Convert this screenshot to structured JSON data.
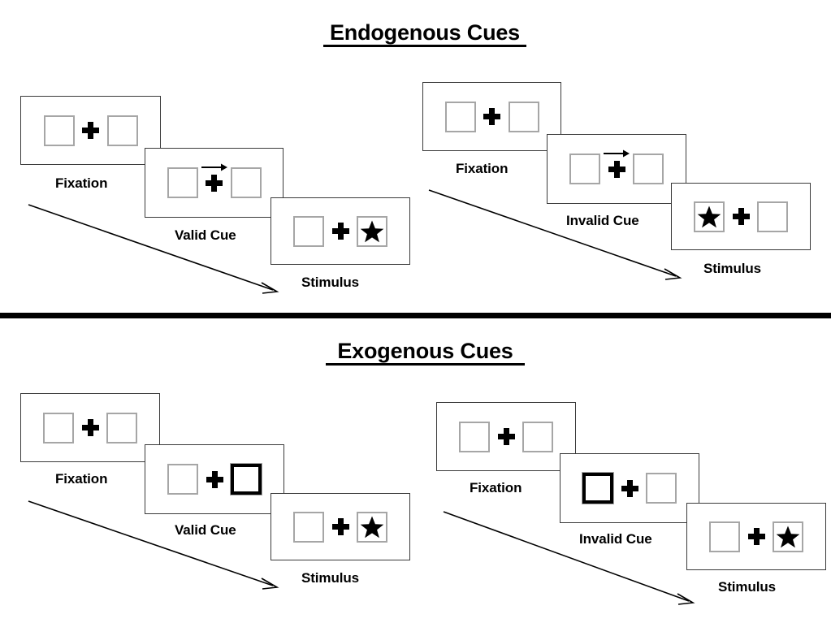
{
  "figure": {
    "title_endogenous": "Endogenous Cues",
    "title_exogenous": "Exogenous Cues",
    "colors": {
      "ink": "#000000",
      "panel_border": "#3a3a3a",
      "square_border": "#a6a6a6",
      "background": "#ffffff"
    }
  },
  "sections": [
    {
      "id": "endogenous",
      "title": "Endogenous Cues",
      "sequences": [
        {
          "id": "endogenous-valid",
          "frames": [
            {
              "caption": "Fixation",
              "cue": "none",
              "left_box": "empty",
              "right_box": "empty"
            },
            {
              "caption": "Valid Cue",
              "cue": "arrow-right",
              "left_box": "empty",
              "right_box": "empty"
            },
            {
              "caption": "Stimulus",
              "cue": "none",
              "left_box": "empty",
              "right_box": "star"
            }
          ]
        },
        {
          "id": "endogenous-invalid",
          "frames": [
            {
              "caption": "Fixation",
              "cue": "none",
              "left_box": "empty",
              "right_box": "empty"
            },
            {
              "caption": "Invalid Cue",
              "cue": "arrow-right",
              "left_box": "empty",
              "right_box": "empty"
            },
            {
              "caption": "Stimulus",
              "cue": "none",
              "left_box": "star",
              "right_box": "empty"
            }
          ]
        }
      ]
    },
    {
      "id": "exogenous",
      "title": "Exogenous Cues",
      "sequences": [
        {
          "id": "exogenous-valid",
          "frames": [
            {
              "caption": "Fixation",
              "cue": "none",
              "left_box": "empty",
              "right_box": "empty"
            },
            {
              "caption": "Valid Cue",
              "cue": "none",
              "left_box": "empty",
              "right_box": "cued"
            },
            {
              "caption": "Stimulus",
              "cue": "none",
              "left_box": "empty",
              "right_box": "star"
            }
          ]
        },
        {
          "id": "exogenous-invalid",
          "frames": [
            {
              "caption": "Fixation",
              "cue": "none",
              "left_box": "empty",
              "right_box": "empty"
            },
            {
              "caption": "Invalid Cue",
              "cue": "none",
              "left_box": "cued",
              "right_box": "empty"
            },
            {
              "caption": "Stimulus",
              "cue": "none",
              "left_box": "empty",
              "right_box": "star"
            }
          ]
        }
      ]
    }
  ],
  "captions": {
    "fixation": "Fixation",
    "valid_cue": "Valid Cue",
    "invalid_cue": "Invalid Cue",
    "stimulus": "Stimulus"
  },
  "icons": {
    "fixation_cross": "plus-icon",
    "arrow_cue": "arrow-right-icon",
    "target": "star-icon",
    "time_flow": "time-flow-arrow-icon"
  }
}
